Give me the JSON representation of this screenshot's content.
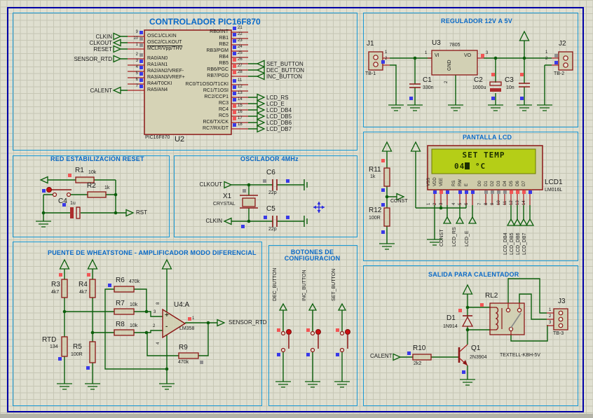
{
  "colors": {
    "canvas_bg": "#dfdfd0",
    "grid_line": "#c6c6b4",
    "sheet_border": "#0000a6",
    "section_border": "#1899d6",
    "title_blue": "#0a6ac8",
    "wire_green": "#0b5e0b",
    "component_red": "#8c1616",
    "component_fill": "#d2d0b4",
    "state_blue": "#3939e8",
    "state_red": "#f25555",
    "state_grey": "#8f8f8f",
    "lcd_screen": "#b5ce17",
    "lcd_text": "#1c2e00"
  },
  "sections": {
    "controller": {
      "title": "CONTROLADOR PIC16F870",
      "ref": "U2",
      "part": "PIC16F870",
      "left_pins": [
        {
          "num": "9",
          "name": "OSC1/CLKIN"
        },
        {
          "num": "10",
          "name": "OSC2/CLKOUT"
        },
        {
          "num": "1",
          "name": "MCLR/Vpp/THV"
        },
        {
          "num": "2",
          "name": "RA0/AN0"
        },
        {
          "num": "3",
          "name": "RA1/AN1"
        },
        {
          "num": "4",
          "name": "RA2/AN2/VREF-"
        },
        {
          "num": "5",
          "name": "RA3/AN3/VREF+"
        },
        {
          "num": "6",
          "name": "RA4/T0CKI"
        },
        {
          "num": "7",
          "name": "RA5/AN4"
        }
      ],
      "right_pins": [
        {
          "num": "21",
          "name": "RB0/INT"
        },
        {
          "num": "22",
          "name": "RB1"
        },
        {
          "num": "23",
          "name": "RB2"
        },
        {
          "num": "24",
          "name": "RB3/PGM"
        },
        {
          "num": "25",
          "name": "RB4"
        },
        {
          "num": "26",
          "name": "RB5"
        },
        {
          "num": "27",
          "name": "RB6/PGC"
        },
        {
          "num": "28",
          "name": "RB7/PGD"
        },
        {
          "num": "11",
          "name": "RC0/T1OSO/T1CKI"
        },
        {
          "num": "12",
          "name": "RC1/T1OSI"
        },
        {
          "num": "13",
          "name": "RC2/CCP1"
        },
        {
          "num": "14",
          "name": "RC3"
        },
        {
          "num": "15",
          "name": "RC4"
        },
        {
          "num": "16",
          "name": "RC5"
        },
        {
          "num": "17",
          "name": "RC6/TX/CK"
        },
        {
          "num": "18",
          "name": "RC7/RX/DT"
        }
      ],
      "left_terminals": [
        "CLKIN",
        "CLKOUT",
        "RESET",
        "SENSOR_RTD",
        "CALENT"
      ],
      "right_terminals": [
        "SET_BUTTON",
        "DEC_BUTTON",
        "INC_BUTTON",
        "LCD_RS",
        "LCD_E",
        "LCD_DB4",
        "LCD_DB5",
        "LCD_DB6",
        "LCD_DB7"
      ]
    },
    "regulator": {
      "title": "REGULADOR 12V A 5V",
      "j1": {
        "ref": "J1",
        "part": "TB-1",
        "pin1": "1",
        "pin2": "2"
      },
      "j2": {
        "ref": "J2",
        "part": "TB-2",
        "pin1": "1",
        "pin2": "2"
      },
      "u3": {
        "ref": "U3",
        "part": "7805",
        "vi": "VI",
        "vo": "VO",
        "gnd": "GND",
        "pin1": "1",
        "pin2": "2",
        "pin3": "3"
      },
      "c1": {
        "ref": "C1",
        "value": "330n"
      },
      "c2": {
        "ref": "C2",
        "value": "1000u"
      },
      "c3": {
        "ref": "C3",
        "value": "10n"
      }
    },
    "reset": {
      "title": "RED ESTABILIZACIÓN RESET",
      "r1": {
        "ref": "R1",
        "value": "10k"
      },
      "r2": {
        "ref": "R2",
        "value": "1k"
      },
      "c4": {
        "ref": "C4",
        "value": "1u"
      },
      "rst_label": "RST"
    },
    "oscillator": {
      "title": "OSCILADOR 4MHz",
      "clkout": "CLKOUT",
      "clkin": "CLKIN",
      "x1": {
        "ref": "X1",
        "part": "CRYSTAL"
      },
      "c6": {
        "ref": "C6",
        "value": "22p"
      },
      "c5": {
        "ref": "C5",
        "value": "22p"
      }
    },
    "lcd": {
      "title": "PANTALLA LCD",
      "r11": {
        "ref": "R11",
        "value": "1k"
      },
      "r12": {
        "ref": "R12",
        "value": "100R"
      },
      "const_label": "CONST",
      "display": {
        "ref": "LCD1",
        "part": "LM016L",
        "line1": "SET TEMP",
        "line2_value": "04",
        "line2_unit": "°C"
      },
      "pins": [
        "VSS",
        "VDD",
        "VEE",
        "RS",
        "RW",
        "E",
        "D0",
        "D1",
        "D2",
        "D3",
        "D4",
        "D5",
        "D6",
        "D7"
      ],
      "pin_numbers": [
        "1",
        "2",
        "3",
        "4",
        "5",
        "6",
        "7",
        "8",
        "9",
        "10",
        "11",
        "12",
        "13",
        "14"
      ],
      "net_labels": [
        "CONST",
        "LCD_RS",
        "LCD_E",
        "LCD_DB4",
        "LCD_DB5",
        "LCD_DB6",
        "LCD_DB7"
      ]
    },
    "bridge": {
      "title": "PUENTE DE WHEATSTONE - AMPLIFICADOR MODO DIFERENCIAL",
      "r3": {
        "ref": "R3",
        "value": "4k7"
      },
      "r4": {
        "ref": "R4",
        "value": "4k7"
      },
      "rtd": {
        "ref": "RTD",
        "value": "134"
      },
      "r5": {
        "ref": "R5",
        "value": "100R"
      },
      "r6": {
        "ref": "R6",
        "value": "470k"
      },
      "r7": {
        "ref": "R7",
        "value": "10k"
      },
      "r8": {
        "ref": "R8",
        "value": "10k"
      },
      "r9": {
        "ref": "R9",
        "value": "470k"
      },
      "opamp": {
        "ref": "U4:A",
        "part": "LM358",
        "pin_plus": "3",
        "pin_minus": "2",
        "pin_out": "1",
        "pin_vcc": "8",
        "pin_vee": "4",
        "plus": "+",
        "minus": "-"
      },
      "out_label": "SENSOR_RTD"
    },
    "buttons": {
      "title_line1": "BOTONES DE",
      "title_line2": "CONFIGURACION",
      "labels": [
        "DEC_BUTTON",
        "INC_BUTTON",
        "SET_BUTTON"
      ]
    },
    "heater": {
      "title": "SALIDA PARA CALENTADOR",
      "in_label": "CALENT",
      "r10": {
        "ref": "R10",
        "value": "2k2"
      },
      "q1": {
        "ref": "Q1",
        "part": "2N3904"
      },
      "d1": {
        "ref": "D1",
        "part": "1N914"
      },
      "rl2": {
        "ref": "RL2"
      },
      "j3": {
        "ref": "J3",
        "part": "TB-3",
        "pin1": "1",
        "pin2": "2",
        "pin3": "3"
      },
      "note": "TEXTELL-KBH-5V"
    }
  }
}
